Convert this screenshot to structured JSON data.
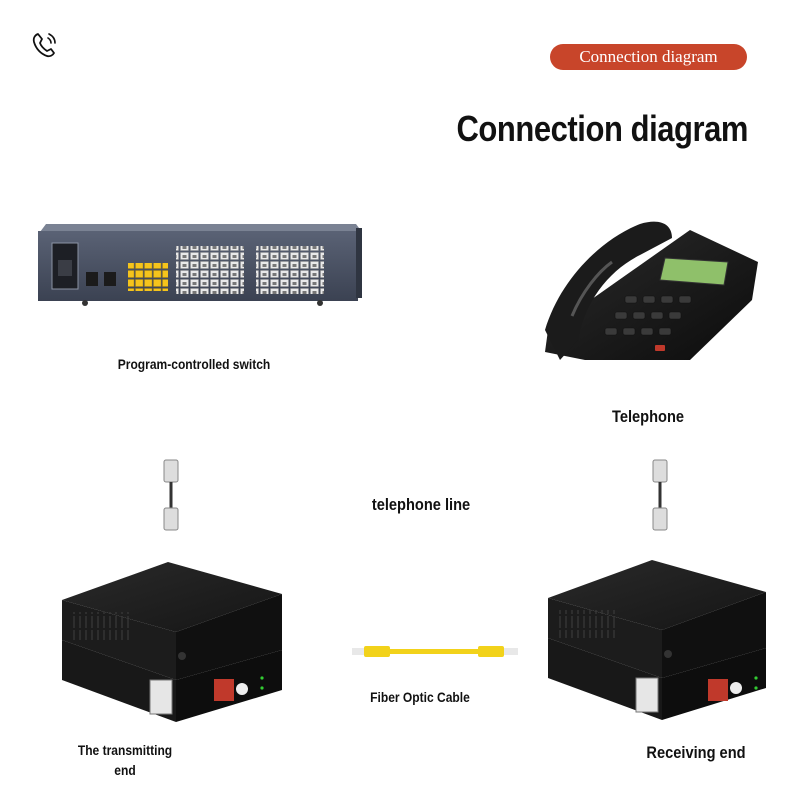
{
  "header": {
    "icon": "phone-signal-icon",
    "pill_label": "Connection diagram",
    "pill_color": "#c8452a",
    "title": "Connection diagram"
  },
  "devices": {
    "switch": {
      "label": "Program-controlled switch",
      "icon": "pbx-switch-image"
    },
    "telephone": {
      "label": "Telephone",
      "icon": "desk-telephone-image"
    },
    "transmitter": {
      "label_line1": "The transmitting",
      "label_line2": "end",
      "icon": "fiber-transceiver-image"
    },
    "receiver": {
      "label": "Receiving end",
      "icon": "fiber-transceiver-image"
    }
  },
  "links": {
    "telephone_line": "telephone line",
    "fiber_cable": "Fiber Optic Cable",
    "fiber_color": "#f2d21a"
  }
}
